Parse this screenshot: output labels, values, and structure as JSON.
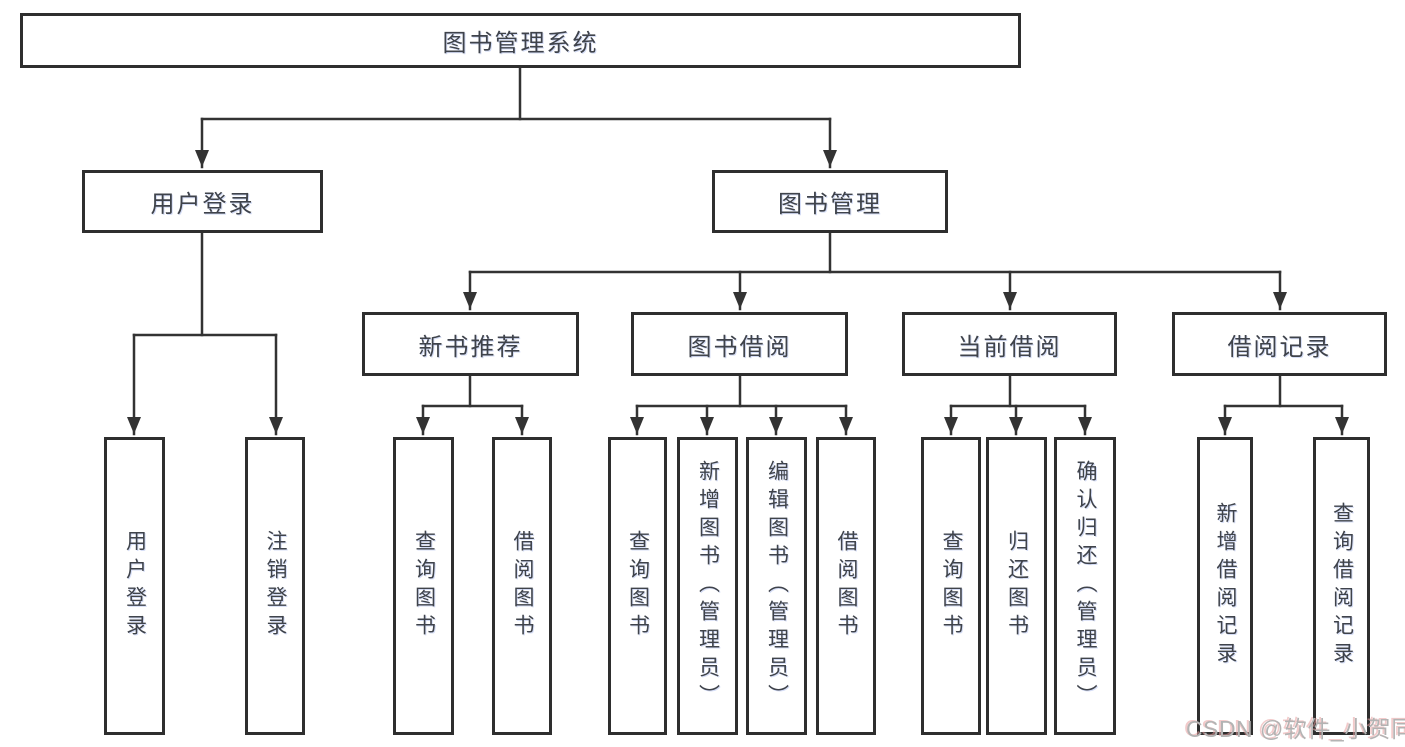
{
  "nodes": {
    "root": "图书管理系统",
    "user_login": "用户登录",
    "book_management": "图书管理",
    "new_book_recommend": "新书推荐",
    "book_borrowing": "图书借阅",
    "current_borrowing": "当前借阅",
    "borrowing_records": "借阅记录",
    "leaf_user_login": "用户登录",
    "leaf_logout": "注销登录",
    "leaf_query_books_1": "查询图书",
    "leaf_borrow_books_1": "借阅图书",
    "leaf_query_books_2": "查询图书",
    "leaf_add_book_admin": "新增图书（管理员）",
    "leaf_edit_book_admin": "编辑图书（管理员）",
    "leaf_borrow_books_2": "借阅图书",
    "leaf_query_books_3": "查询图书",
    "leaf_return_books": "归还图书",
    "leaf_confirm_return_admin": "确认归还（管理员）",
    "leaf_add_borrow_record": "新增借阅记录",
    "leaf_query_borrow_record": "查询借阅记录"
  },
  "watermark": "CSDN @软件_小贺同学",
  "colors": {
    "line": "#333333",
    "box_border": "#2e2e2e",
    "text": "#3f434b",
    "watermark": "#b3b3b3",
    "background": "#ffffff"
  }
}
